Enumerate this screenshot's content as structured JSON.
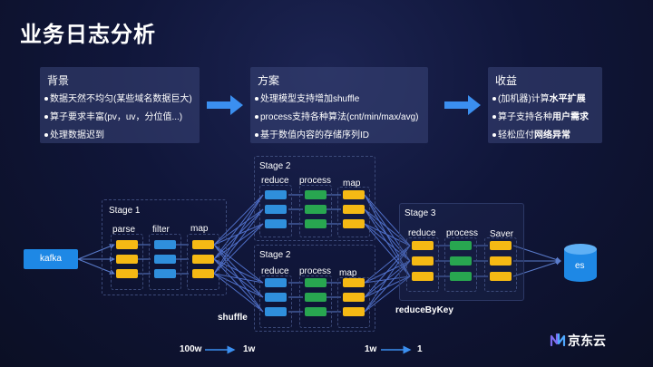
{
  "title": "业务日志分析",
  "sections": [
    {
      "title": "背景",
      "lines": [
        "数据天然不均匀(某些域名数据巨大)",
        "算子要求丰富(pv，uv，分位值...)",
        "处理数据迟到"
      ]
    },
    {
      "title": "方案",
      "lines": [
        "处理模型支持增加shuffle",
        "process支持各种算法(cnt/min/max/avg)",
        "基于数值内容的存储序列ID"
      ]
    },
    {
      "title": "收益",
      "lines": [
        "(加机器)计算水平扩展",
        "算子支持各种用户需求",
        "轻松应付网络异常"
      ],
      "highlights": [
        "水平扩展",
        "用户需求",
        "网络异常"
      ]
    }
  ],
  "diagram": {
    "source": "kafka",
    "sink": "es",
    "stage1": {
      "label": "Stage 1",
      "columns": [
        "parse",
        "filter",
        "map"
      ]
    },
    "stage2a": {
      "label": "Stage 2",
      "columns": [
        "reduce",
        "process",
        "map"
      ]
    },
    "stage2b": {
      "label": "Stage 2",
      "columns": [
        "reduce",
        "process",
        "map"
      ]
    },
    "stage3": {
      "label": "Stage 3",
      "columns": [
        "reduce",
        "process",
        "Saver"
      ]
    },
    "shuffle_label": "shuffle",
    "reduce_by_key_label": "reduceByKey",
    "scale1": {
      "from": "100w",
      "to": "1w"
    },
    "scale2": {
      "from": "1w",
      "to": "1"
    }
  },
  "logo_text": "京东云",
  "colors": {
    "yellow": "#f5b914",
    "blue": "#2f8fdc",
    "green": "#28a650",
    "kafka": "#1e88e5",
    "arrow": "#3b8ff0"
  }
}
